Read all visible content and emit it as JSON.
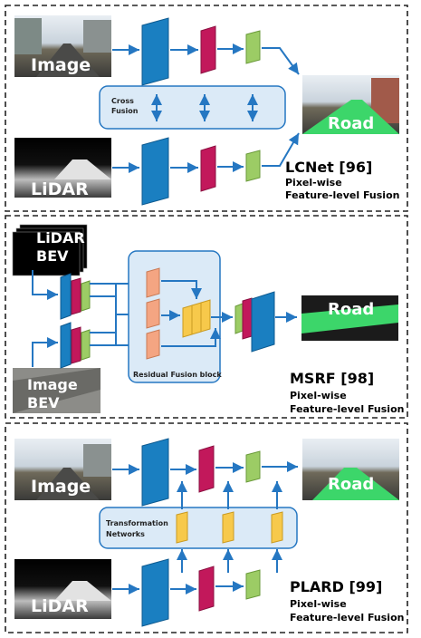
{
  "panels": {
    "lcnet": {
      "image_label": "Image",
      "lidar_label": "LiDAR",
      "cross_fusion_label": [
        "Cross",
        "Fusion"
      ],
      "output_label": "Road",
      "method_name": "LCNet [96]",
      "method_desc": [
        "Pixel-wise",
        "Feature-level Fusion"
      ]
    },
    "msrf": {
      "lidar_bev_label": [
        "LiDAR",
        "BEV"
      ],
      "image_bev_label": [
        "Image",
        "BEV"
      ],
      "fusion_block_label": "Residual Fusion block",
      "output_label": "Road",
      "method_name": "MSRF [98]",
      "method_desc": [
        "Pixel-wise",
        "Feature-level Fusion"
      ]
    },
    "plard": {
      "image_label": "Image",
      "lidar_label": "LiDAR",
      "transformation_label": [
        "Transformation",
        "Networks"
      ],
      "output_label": "Road",
      "method_name": "PLARD [99]",
      "method_desc": [
        "Pixel-wise",
        "Feature-level Fusion"
      ]
    }
  },
  "colors": {
    "blue_block": "#1a7fc1",
    "red_block": "#c2185b",
    "green_block": "#9ccc65",
    "orange_block": "#f4a582",
    "yellow_block": "#f7c94b",
    "fusion_box_fill": "#dbeaf7",
    "arrow": "#2577c2",
    "road_green": "#3cd66a"
  }
}
